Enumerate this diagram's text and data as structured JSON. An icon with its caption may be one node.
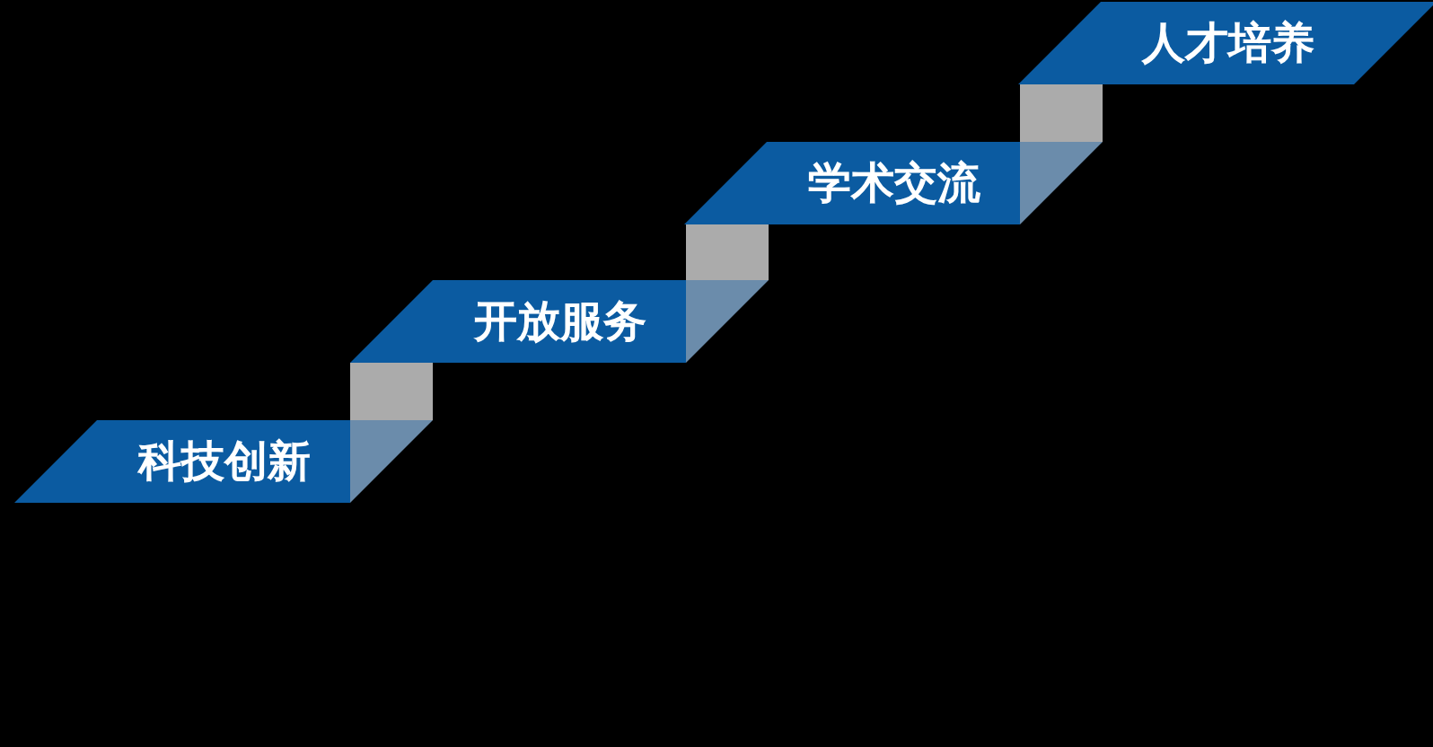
{
  "diagram": {
    "nodes": [
      {
        "text": [
          "科技创新"
        ]
      },
      {
        "text": [
          "开放服务"
        ]
      },
      {
        "text": [
          "学术交流"
        ]
      },
      {
        "text": [
          "人才培养"
        ]
      }
    ]
  }
}
